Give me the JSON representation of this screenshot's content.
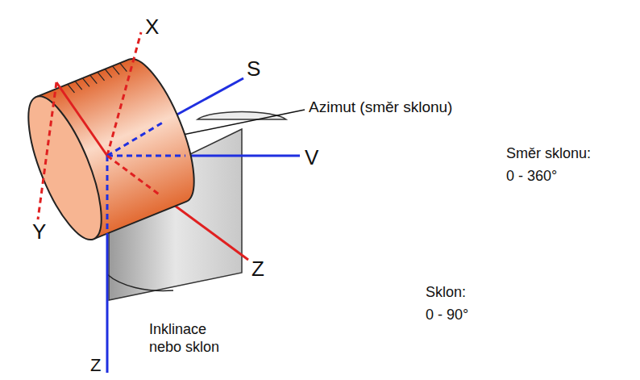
{
  "diagram": {
    "labels": [
      "X",
      "S",
      "Azimut (směr sklonu)",
      "V",
      "Směr sklonu:",
      "0 - 360°",
      "Y",
      "Z",
      "Inklinace nebo sklon",
      "Sklon:",
      "0 - 90°",
      "Z"
    ]
  }
}
